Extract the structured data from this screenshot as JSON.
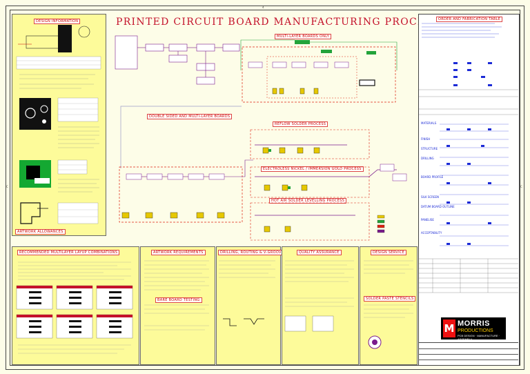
{
  "main_title": "PRINTED CIRCUIT BOARD MANUFACTURING PROCESS",
  "sections": {
    "design_information": "DESIGN INFORMATION",
    "artwork_allowances": "ARTWORK ALLOWANCES",
    "multi_layer": "MULTI-LAYER BOARDS ONLY",
    "double_sided": "DOUBLE SIDED AND MULTI-LAYER BOARDS",
    "reflow": "REFLOW SOLDER PROCESS",
    "electroless": "ELECTROLESS NICKEL / IMMERSION GOLD PROCESS",
    "hot_air": "HOT AIR SOLDER LEVELLING PROCESS",
    "recommended": "RECOMMENDED MULTILAYER LAYUP COMBINATIONS",
    "artwork_req": "ARTWORK REQUIREMENTS",
    "drilling": "DRILLING, ROUTING & V-GROOVE",
    "quality": "QUALITY ASSURANCE",
    "design_service": "DESIGN SERVICE",
    "bare_board": "BARE BOARD TESTING",
    "solder_paste": "SOLDER PASTE STENCILS",
    "order_table": "ORDER AND FABRICATION TABLE"
  },
  "title_block": {
    "company": "MORRIS",
    "sub": "PRODUCTIONS",
    "tagline": "PCB DESIGN · MANUFACTURE · ASSEMBLY"
  },
  "right_column_labels": [
    "MATERIALS",
    "FINISH",
    "STRUCTURE",
    "DRILLING",
    "BOARD PROFILE",
    "SILK SCREEN",
    "DATUM BOARD OUTLINE",
    "PANELISE",
    "ACCEPTABILITY"
  ],
  "colors": {
    "title": "#c4122b",
    "panel_yellow": "#fdfb9a",
    "flow_purple": "#7a1b8c",
    "flow_red_dashed": "#d21",
    "flow_green": "#23a33a"
  }
}
